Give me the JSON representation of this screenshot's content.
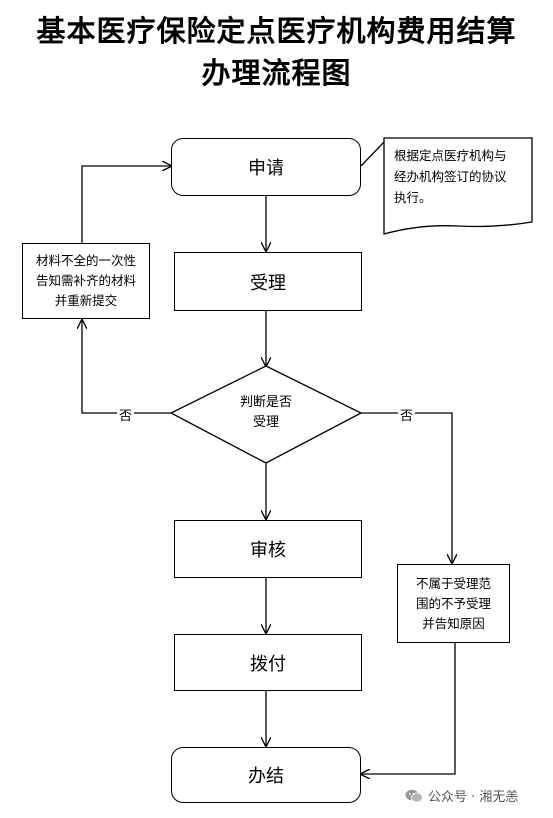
{
  "title": {
    "line1": "基本医疗保险定点医疗机构费用结算",
    "line2": "办理流程图"
  },
  "steps": {
    "apply": "申请",
    "accept": "受理",
    "decision_line1": "判断是否",
    "decision_line2": "受理",
    "review": "审核",
    "pay": "拨付",
    "finish": "办结"
  },
  "notes": {
    "agreement": [
      "根据定点医疗机构与",
      "经办机构签订的协议",
      "执行。"
    ],
    "incomplete": [
      "材料不全的一次性",
      "告知需补齐的材料",
      "并重新提交"
    ],
    "rejected": [
      "不属于受理范",
      "围的不予受理",
      "并告知原因"
    ]
  },
  "labels": {
    "no_left": "否",
    "no_right": "否"
  },
  "watermark": {
    "text": "公众号 · 湘无恙"
  }
}
